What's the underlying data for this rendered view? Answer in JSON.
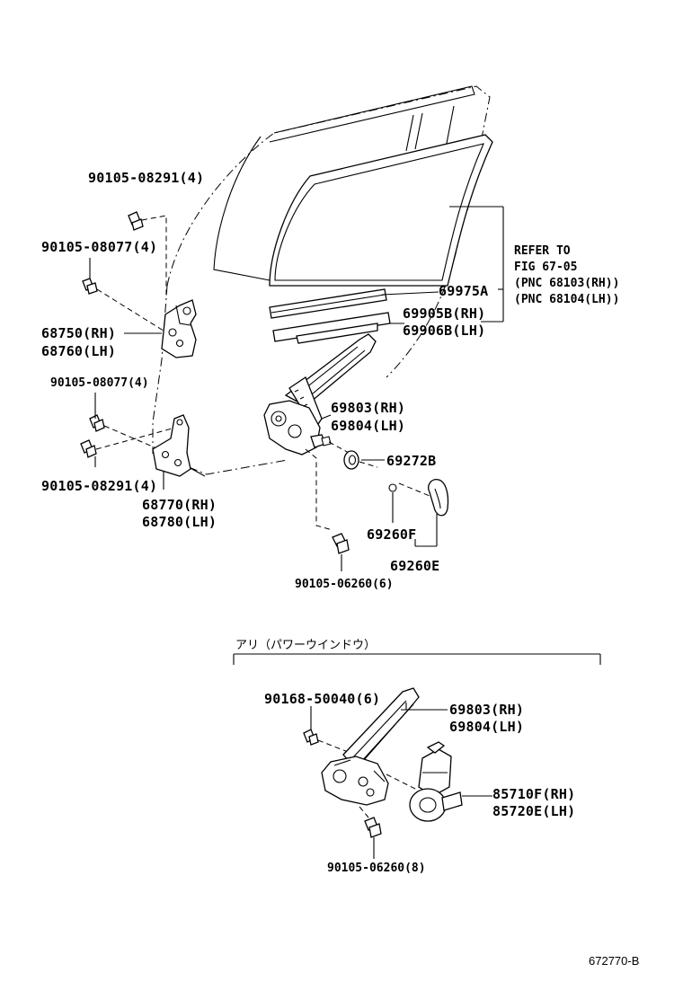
{
  "labels": {
    "bolt_top": "90105-08291(4)",
    "bolt_upper": "90105-08077(4)",
    "hinge_upper_rh": "68750(RH)",
    "hinge_upper_lh": "68760(LH)",
    "bolt_mid": "90105-08077(4)",
    "bolt_lower": "90105-08291(4)",
    "hinge_lower_rh": "68770(RH)",
    "hinge_lower_lh": "68780(LH)",
    "run_channel": "69975A",
    "refer_1": "REFER TO",
    "refer_2": "FIG 67-05",
    "refer_3": "(PNC 68103(RH))",
    "refer_4": "(PNC 68104(LH))",
    "weatherstrip_rh": "69905B(RH)",
    "weatherstrip_lh": "69906B(LH)",
    "regulator_rh": "69803(RH)",
    "regulator_lh": "69804(LH)",
    "washer": "69272B",
    "clip_f": "69260F",
    "clip_e": "69260E",
    "bolt_regulator": "90105-06260(6)",
    "power_window_note": "アリ（パワーウインドウ）",
    "screw_power": "90168-50040(6)",
    "regulator_power_rh": "69803(RH)",
    "regulator_power_lh": "69804(LH)",
    "motor_rh": "85710F(RH)",
    "motor_lh": "85720E(LH)",
    "bolt_power": "90105-06260(8)",
    "figure_number": "672770-B"
  }
}
